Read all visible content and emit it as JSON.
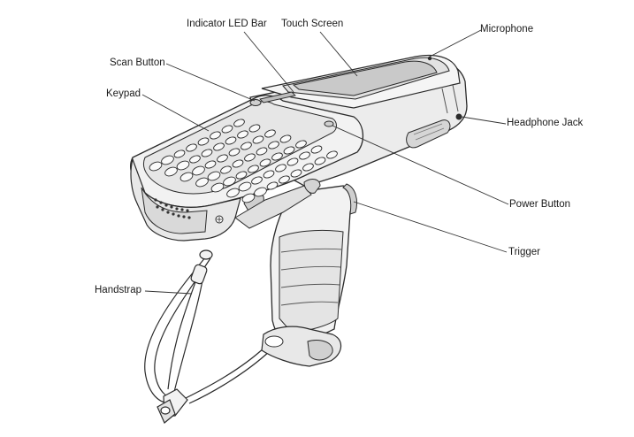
{
  "diagram": {
    "callouts": {
      "indicator_led_bar": "Indicator LED Bar",
      "touch_screen": "Touch Screen",
      "microphone": "Microphone",
      "scan_button": "Scan Button",
      "keypad": "Keypad",
      "headphone_jack": "Headphone Jack",
      "power_button": "Power Button",
      "trigger": "Trigger",
      "handstrap": "Handstrap"
    },
    "colors": {
      "outline": "#2b2b2b",
      "body_fill": "#f2f2f2",
      "shade": "#d6d6d6",
      "screen_fill": "#c9c9c9",
      "leader_line": "#333333"
    }
  }
}
